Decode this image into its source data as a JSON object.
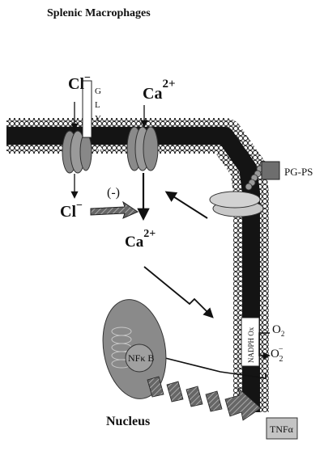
{
  "title": "Splenic Macrophages",
  "labels": {
    "chloride_top": "Cl",
    "chloride_top_sup": "−",
    "gly": [
      "G",
      "L",
      "Y"
    ],
    "calcium_top": "Ca",
    "calcium_top_sup": "2+",
    "pgps": "PG-PS",
    "inhibit": "(-)",
    "chloride_bottom": "Cl",
    "chloride_bottom_sup": "−",
    "calcium_mid": "Ca",
    "calcium_mid_sup": "2+",
    "nadph": "NADPH Ox",
    "o2": "O",
    "o2_sub": "2",
    "superoxide": "O",
    "superoxide_sub": "2",
    "superoxide_sup": "−",
    "nfkb": "NFκ B",
    "nucleus": "Nucleus",
    "tnf": "TNFα"
  }
}
